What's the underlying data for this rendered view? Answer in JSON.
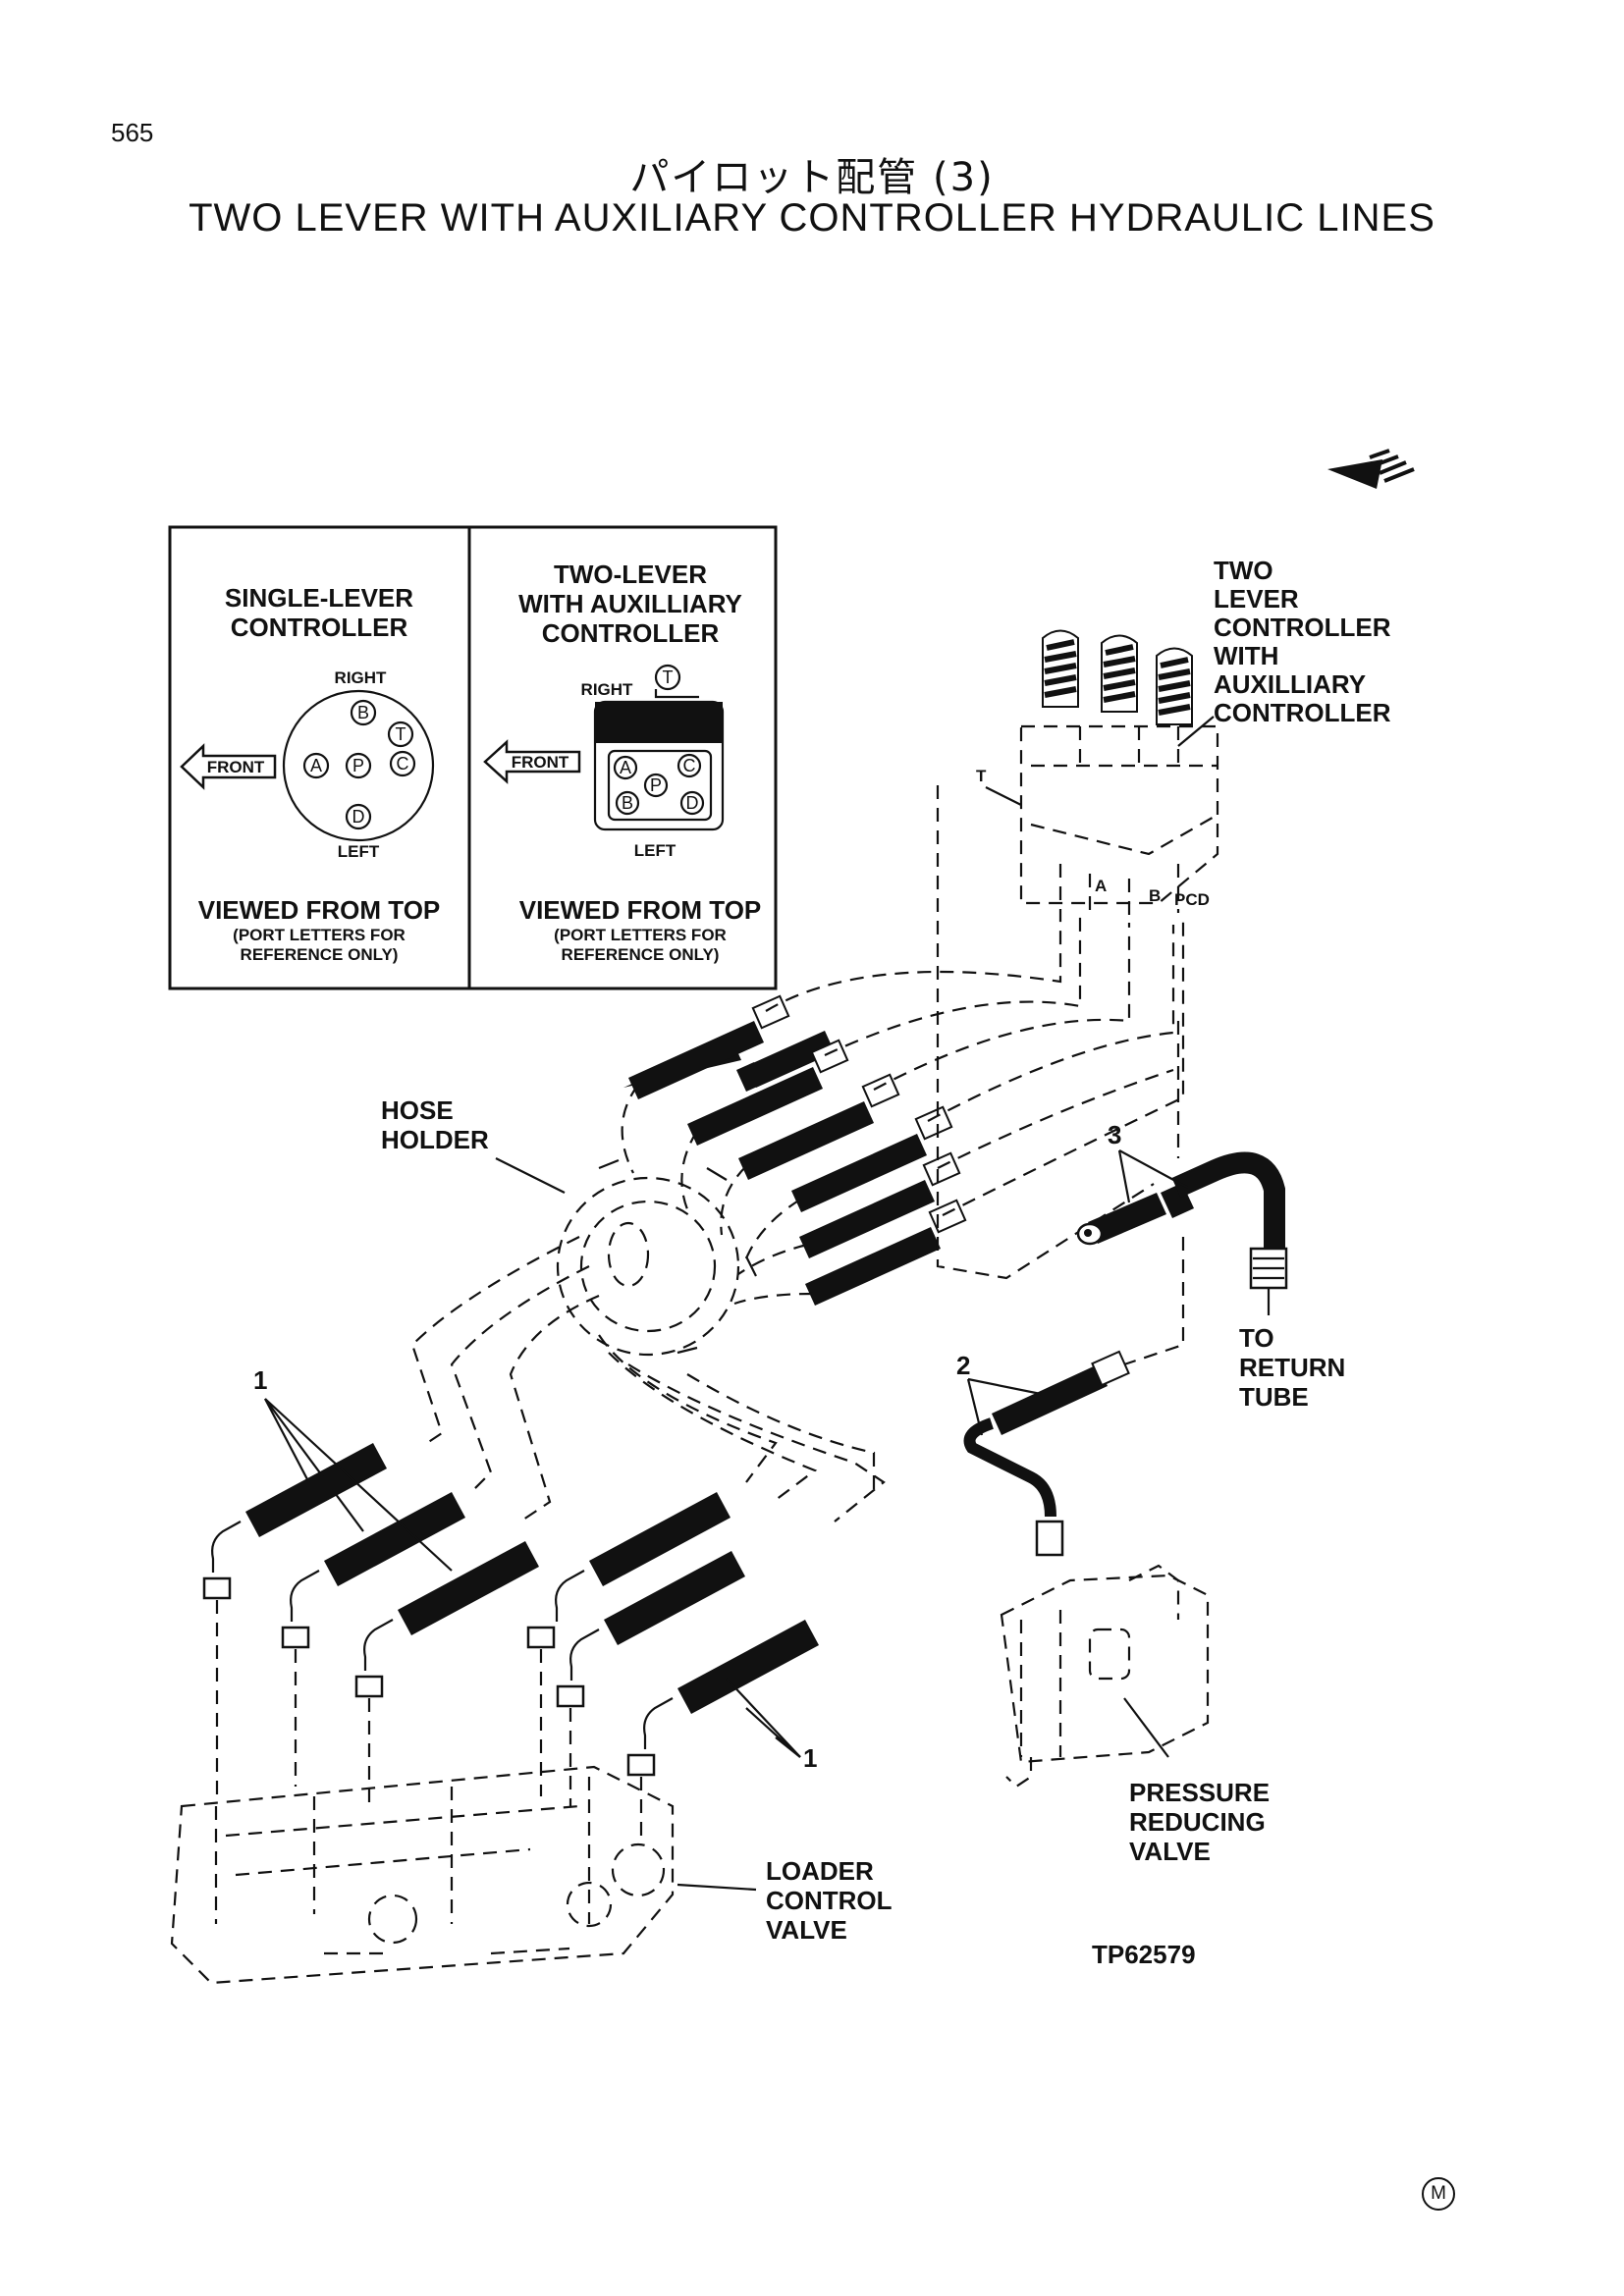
{
  "page": {
    "number": "565",
    "title_jp": "パイロット配管 (3)",
    "title_en": "TWO LEVER WITH AUXILIARY CONTROLLER HYDRAULIC LINES",
    "figure_id": "TP62579",
    "corner_mark": "M"
  },
  "inset": {
    "single": {
      "title_line1": "SINGLE-LEVER",
      "title_line2": "CONTROLLER",
      "right": "RIGHT",
      "left": "LEFT",
      "front": "FRONT",
      "ports": [
        "B",
        "T",
        "A",
        "P",
        "C",
        "D"
      ],
      "viewed": "VIEWED FROM TOP",
      "note_line1": "(PORT LETTERS FOR",
      "note_line2": "REFERENCE ONLY)"
    },
    "two": {
      "title_line1": "TWO-LEVER",
      "title_line2": "WITH AUXILLIARY",
      "title_line3": "CONTROLLER",
      "right": "RIGHT",
      "left": "LEFT",
      "front": "FRONT",
      "ports": [
        "T",
        "A",
        "C",
        "P",
        "B",
        "D"
      ],
      "viewed": "VIEWED FROM TOP",
      "note_line1": "(PORT LETTERS FOR",
      "note_line2": "REFERENCE ONLY)"
    }
  },
  "callouts": {
    "controller": [
      "TWO",
      "LEVER",
      "CONTROLLER",
      "WITH",
      "AUXILLIARY",
      "CONTROLLER"
    ],
    "hose_holder": [
      "HOSE",
      "HOLDER"
    ],
    "return_tube": [
      "TO",
      "RETURN",
      "TUBE"
    ],
    "pressure_valve": [
      "PRESSURE",
      "REDUCING",
      "VALVE"
    ],
    "loader_valve": [
      "LOADER",
      "CONTROL",
      "VALVE"
    ],
    "item_1a": "1",
    "item_1b": "1",
    "item_2": "2",
    "item_3": "3",
    "port_t": "T",
    "port_a": "A",
    "port_b": "B",
    "port_pcd": "PCD"
  }
}
